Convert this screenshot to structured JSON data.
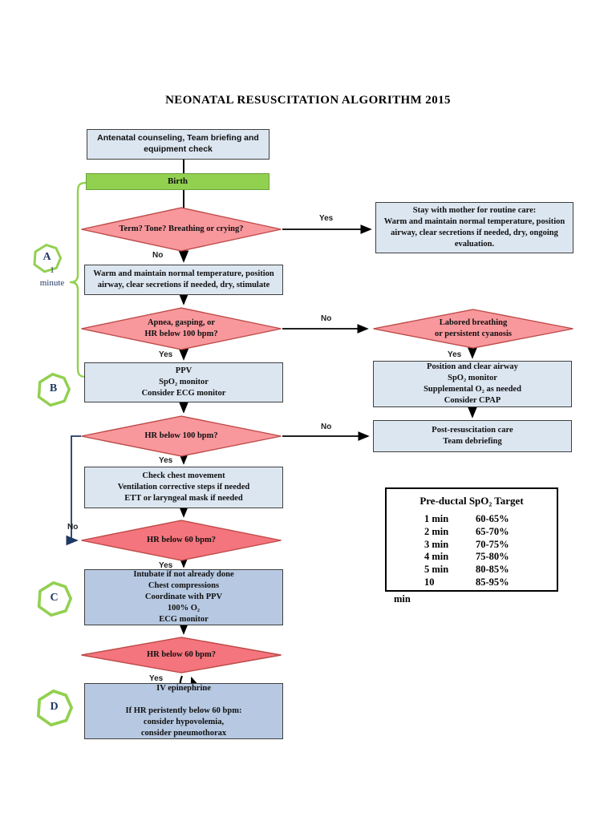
{
  "title": "NEONATAL RESUSCITATION ALGORITHM 2015",
  "labels": {
    "yes": "Yes",
    "no": "No"
  },
  "side": {
    "markers": [
      {
        "letter": "A"
      },
      {
        "letter": "B"
      },
      {
        "letter": "C"
      },
      {
        "letter": "D"
      }
    ],
    "timer": {
      "line1": "1",
      "line2": "minute"
    }
  },
  "nodes": {
    "antenatal": {
      "text": "Antenatal counseling, Team briefing and equipment check"
    },
    "birth": {
      "text": "Birth"
    },
    "term": {
      "text": "Term? Tone?  Breathing or crying?"
    },
    "stay": {
      "lines": [
        "Stay with mother for routine care:",
        "Warm and maintain normal temperature, position airway, clear secretions if needed, dry, ongoing evaluation."
      ]
    },
    "warm": {
      "text": "Warm and maintain normal temperature, position airway, clear secretions if needed, dry, stimulate"
    },
    "apnea": {
      "lines": [
        "Apnea, gasping, or",
        "HR below 100 bpm?"
      ]
    },
    "labored": {
      "lines": [
        "Labored breathing",
        "or persistent cyanosis"
      ]
    },
    "ppv": {
      "lines": [
        "PPV",
        "SpO₂ monitor",
        "Consider ECG monitor"
      ]
    },
    "position": {
      "lines": [
        "Position and clear airway",
        "SpO₂ monitor",
        "Supplemental O₂ as needed",
        "Consider CPAP"
      ]
    },
    "hr100": {
      "text": "HR below 100 bpm?"
    },
    "postresus": {
      "lines": [
        "Post-resuscitation care",
        "Team debriefing"
      ]
    },
    "checkchest": {
      "lines": [
        "Check chest movement",
        "Ventilation corrective steps if needed",
        "ETT or laryngeal mask if needed"
      ]
    },
    "hr60a": {
      "text": "HR below 60 bpm?"
    },
    "intubate": {
      "lines": [
        "Intubate if not already done",
        "Chest compressions",
        "Coordinate with PPV",
        "100% O₂",
        "ECG monitor"
      ]
    },
    "hr60b": {
      "text": "HR below 60 bpm?"
    },
    "ivepi": {
      "lines": [
        "IV epinephrine",
        "",
        "If  HR peristently below 60 bpm:",
        "consider hypovolemia,",
        "consider pneumothorax"
      ]
    }
  },
  "spo2_table": {
    "title": "Pre-ductal SpO₂ Target",
    "rows": [
      {
        "time": "1 min",
        "range": "60-65%"
      },
      {
        "time": "2 min",
        "range": "65-70%"
      },
      {
        "time": "3 min",
        "range": "70-75%"
      },
      {
        "time": "4 min",
        "range": "75-80%"
      },
      {
        "time": "5 min",
        "range": "80-85%"
      },
      {
        "time": "10",
        "range": "85-95%"
      }
    ],
    "overflow_label": "min"
  },
  "colors": {
    "box_light": "#dce6f1",
    "box_dark": "#b7c9e2",
    "birth_green": "#92d050",
    "diamond_pink": "#f8989d",
    "diamond_red": "#f4757d",
    "diamond_border": "#be4b48",
    "accent_green": "#92d050",
    "navy": "#1f3864"
  }
}
